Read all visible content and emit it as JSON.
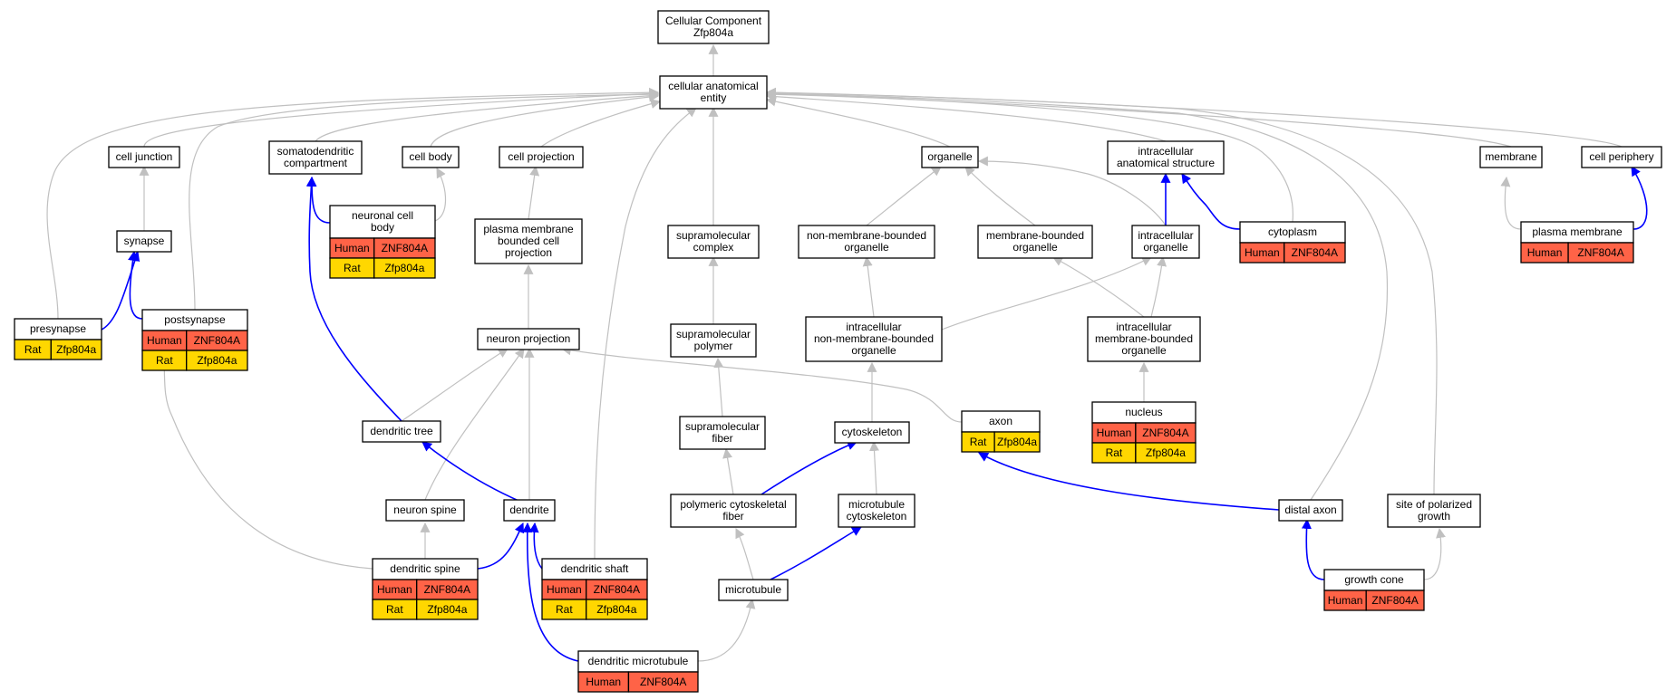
{
  "diagram": {
    "colors": {
      "human": "#ff6347",
      "rat": "#ffd700",
      "is_a_edge": "#c0c0c0",
      "part_of_edge": "#0000ff",
      "node_border": "#000000",
      "node_fill": "#ffffff"
    },
    "nodes": [
      {
        "id": "root",
        "label": [
          "Cellular Component",
          "Zfp804a"
        ]
      },
      {
        "id": "cae",
        "label": [
          "cellular anatomical",
          "entity"
        ]
      },
      {
        "id": "cell_junction",
        "label": [
          "cell junction"
        ]
      },
      {
        "id": "somato",
        "label": [
          "somatodendritic",
          "compartment"
        ]
      },
      {
        "id": "cell_body",
        "label": [
          "cell body"
        ]
      },
      {
        "id": "cell_projection",
        "label": [
          "cell projection"
        ]
      },
      {
        "id": "organelle",
        "label": [
          "organelle"
        ]
      },
      {
        "id": "ias",
        "label": [
          "intracellular",
          "anatomical structure"
        ]
      },
      {
        "id": "membrane",
        "label": [
          "membrane"
        ]
      },
      {
        "id": "cell_periphery",
        "label": [
          "cell periphery"
        ]
      },
      {
        "id": "synapse",
        "label": [
          "synapse"
        ]
      },
      {
        "id": "ncb",
        "label": [
          "neuronal cell",
          "body"
        ],
        "annotations": [
          [
            "Human",
            "ZNF804A"
          ],
          [
            "Rat",
            "Zfp804a"
          ]
        ]
      },
      {
        "id": "pmbcp",
        "label": [
          "plasma membrane",
          "bounded cell",
          "projection"
        ]
      },
      {
        "id": "smc",
        "label": [
          "supramolecular",
          "complex"
        ]
      },
      {
        "id": "nmbo",
        "label": [
          "non-membrane-bounded",
          "organelle"
        ]
      },
      {
        "id": "mbo",
        "label": [
          "membrane-bounded",
          "organelle"
        ]
      },
      {
        "id": "io",
        "label": [
          "intracellular",
          "organelle"
        ]
      },
      {
        "id": "cytoplasm",
        "label": [
          "cytoplasm"
        ],
        "annotations": [
          [
            "Human",
            "ZNF804A"
          ]
        ]
      },
      {
        "id": "pm",
        "label": [
          "plasma membrane"
        ],
        "annotations": [
          [
            "Human",
            "ZNF804A"
          ]
        ]
      },
      {
        "id": "presynapse",
        "label": [
          "presynapse"
        ],
        "annotations": [
          [
            "Rat",
            "Zfp804a"
          ]
        ]
      },
      {
        "id": "postsynapse",
        "label": [
          "postsynapse"
        ],
        "annotations": [
          [
            "Human",
            "ZNF804A"
          ],
          [
            "Rat",
            "Zfp804a"
          ]
        ]
      },
      {
        "id": "np",
        "label": [
          "neuron projection"
        ]
      },
      {
        "id": "smp",
        "label": [
          "supramolecular",
          "polymer"
        ]
      },
      {
        "id": "inmbo",
        "label": [
          "intracellular",
          "non-membrane-bounded",
          "organelle"
        ]
      },
      {
        "id": "imbo",
        "label": [
          "intracellular",
          "membrane-bounded",
          "organelle"
        ]
      },
      {
        "id": "dtree",
        "label": [
          "dendritic tree"
        ]
      },
      {
        "id": "smf",
        "label": [
          "supramolecular",
          "fiber"
        ]
      },
      {
        "id": "cytoskeleton",
        "label": [
          "cytoskeleton"
        ]
      },
      {
        "id": "axon",
        "label": [
          "axon"
        ],
        "annotations": [
          [
            "Rat",
            "Zfp804a"
          ]
        ]
      },
      {
        "id": "nucleus",
        "label": [
          "nucleus"
        ],
        "annotations": [
          [
            "Human",
            "ZNF804A"
          ],
          [
            "Rat",
            "Zfp804a"
          ]
        ]
      },
      {
        "id": "nspine",
        "label": [
          "neuron spine"
        ]
      },
      {
        "id": "dendrite",
        "label": [
          "dendrite"
        ]
      },
      {
        "id": "pcf",
        "label": [
          "polymeric cytoskeletal",
          "fiber"
        ]
      },
      {
        "id": "mtc",
        "label": [
          "microtubule",
          "cytoskeleton"
        ]
      },
      {
        "id": "daxon",
        "label": [
          "distal axon"
        ]
      },
      {
        "id": "spg",
        "label": [
          "site of polarized",
          "growth"
        ]
      },
      {
        "id": "dspine",
        "label": [
          "dendritic spine"
        ],
        "annotations": [
          [
            "Human",
            "ZNF804A"
          ],
          [
            "Rat",
            "Zfp804a"
          ]
        ]
      },
      {
        "id": "dshaft",
        "label": [
          "dendritic shaft"
        ],
        "annotations": [
          [
            "Human",
            "ZNF804A"
          ],
          [
            "Rat",
            "Zfp804a"
          ]
        ]
      },
      {
        "id": "mt",
        "label": [
          "microtubule"
        ]
      },
      {
        "id": "gcone",
        "label": [
          "growth cone"
        ],
        "annotations": [
          [
            "Human",
            "ZNF804A"
          ]
        ]
      },
      {
        "id": "dmt",
        "label": [
          "dendritic microtubule"
        ],
        "annotations": [
          [
            "Human",
            "ZNF804A"
          ]
        ]
      }
    ],
    "edges": [
      {
        "from": "cae",
        "to": "root",
        "type": "is_a"
      },
      {
        "from": "cell_junction",
        "to": "cae",
        "type": "is_a"
      },
      {
        "from": "somato",
        "to": "cae",
        "type": "is_a"
      },
      {
        "from": "cell_body",
        "to": "cae",
        "type": "is_a"
      },
      {
        "from": "cell_projection",
        "to": "cae",
        "type": "is_a"
      },
      {
        "from": "organelle",
        "to": "cae",
        "type": "is_a"
      },
      {
        "from": "ias",
        "to": "cae",
        "type": "is_a"
      },
      {
        "from": "membrane",
        "to": "cae",
        "type": "is_a"
      },
      {
        "from": "cell_periphery",
        "to": "cae",
        "type": "is_a"
      },
      {
        "from": "presynapse",
        "to": "cae",
        "type": "is_a"
      },
      {
        "from": "postsynapse",
        "to": "cae",
        "type": "is_a"
      },
      {
        "from": "smc",
        "to": "cae",
        "type": "is_a"
      },
      {
        "from": "cytoplasm",
        "to": "cae",
        "type": "is_a"
      },
      {
        "from": "dshaft",
        "to": "cae",
        "type": "is_a"
      },
      {
        "from": "daxon",
        "to": "cae",
        "type": "is_a"
      },
      {
        "from": "spg",
        "to": "cae",
        "type": "is_a"
      },
      {
        "from": "synapse",
        "to": "cell_junction",
        "type": "is_a"
      },
      {
        "from": "ncb",
        "to": "cell_body",
        "type": "is_a"
      },
      {
        "from": "ncb",
        "to": "somato",
        "type": "part_of"
      },
      {
        "from": "pmbcp",
        "to": "cell_projection",
        "type": "is_a"
      },
      {
        "from": "nmbo",
        "to": "organelle",
        "type": "is_a"
      },
      {
        "from": "mbo",
        "to": "organelle",
        "type": "is_a"
      },
      {
        "from": "io",
        "to": "organelle",
        "type": "is_a"
      },
      {
        "from": "io",
        "to": "ias",
        "type": "part_of"
      },
      {
        "from": "cytoplasm",
        "to": "ias",
        "type": "part_of"
      },
      {
        "from": "pm",
        "to": "membrane",
        "type": "is_a"
      },
      {
        "from": "pm",
        "to": "cell_periphery",
        "type": "part_of"
      },
      {
        "from": "presynapse",
        "to": "synapse",
        "type": "part_of"
      },
      {
        "from": "postsynapse",
        "to": "synapse",
        "type": "part_of"
      },
      {
        "from": "np",
        "to": "pmbcp",
        "type": "is_a"
      },
      {
        "from": "smp",
        "to": "smc",
        "type": "is_a"
      },
      {
        "from": "inmbo",
        "to": "nmbo",
        "type": "is_a"
      },
      {
        "from": "inmbo",
        "to": "io",
        "type": "is_a"
      },
      {
        "from": "imbo",
        "to": "mbo",
        "type": "is_a"
      },
      {
        "from": "imbo",
        "to": "io",
        "type": "is_a"
      },
      {
        "from": "dtree",
        "to": "np",
        "type": "is_a"
      },
      {
        "from": "dtree",
        "to": "somato",
        "type": "part_of"
      },
      {
        "from": "nspine",
        "to": "np",
        "type": "is_a"
      },
      {
        "from": "dendrite",
        "to": "np",
        "type": "is_a"
      },
      {
        "from": "dendrite",
        "to": "dtree",
        "type": "part_of"
      },
      {
        "from": "axon",
        "to": "np",
        "type": "is_a"
      },
      {
        "from": "smf",
        "to": "smp",
        "type": "is_a"
      },
      {
        "from": "cytoskeleton",
        "to": "inmbo",
        "type": "is_a"
      },
      {
        "from": "nucleus",
        "to": "imbo",
        "type": "is_a"
      },
      {
        "from": "pcf",
        "to": "smf",
        "type": "is_a"
      },
      {
        "from": "pcf",
        "to": "cytoskeleton",
        "type": "part_of"
      },
      {
        "from": "mtc",
        "to": "cytoskeleton",
        "type": "is_a"
      },
      {
        "from": "daxon",
        "to": "axon",
        "type": "part_of"
      },
      {
        "from": "dspine",
        "to": "nspine",
        "type": "is_a"
      },
      {
        "from": "dspine",
        "to": "postsynapse",
        "type": "is_a"
      },
      {
        "from": "dspine",
        "to": "dendrite",
        "type": "part_of"
      },
      {
        "from": "dshaft",
        "to": "dendrite",
        "type": "part_of"
      },
      {
        "from": "mt",
        "to": "pcf",
        "type": "is_a"
      },
      {
        "from": "mt",
        "to": "mtc",
        "type": "part_of"
      },
      {
        "from": "gcone",
        "to": "daxon",
        "type": "part_of"
      },
      {
        "from": "gcone",
        "to": "spg",
        "type": "is_a"
      },
      {
        "from": "dmt",
        "to": "mt",
        "type": "is_a"
      },
      {
        "from": "dmt",
        "to": "dendrite",
        "type": "part_of"
      }
    ]
  }
}
